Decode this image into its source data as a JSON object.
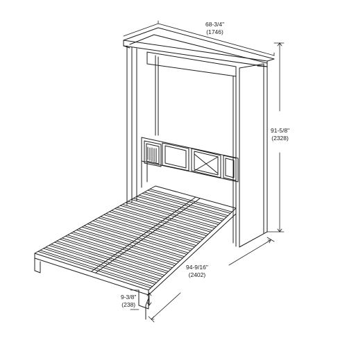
{
  "dimensions": {
    "width": {
      "imperial": "68-3/4\"",
      "metric": "(1746)"
    },
    "height": {
      "imperial": "91-5/8\"",
      "metric": "(2328)"
    },
    "depth": {
      "imperial": "94-9/16\"",
      "metric": "(2402)"
    },
    "leg": {
      "imperial": "9-3/8\"",
      "metric": "(238)"
    }
  }
}
